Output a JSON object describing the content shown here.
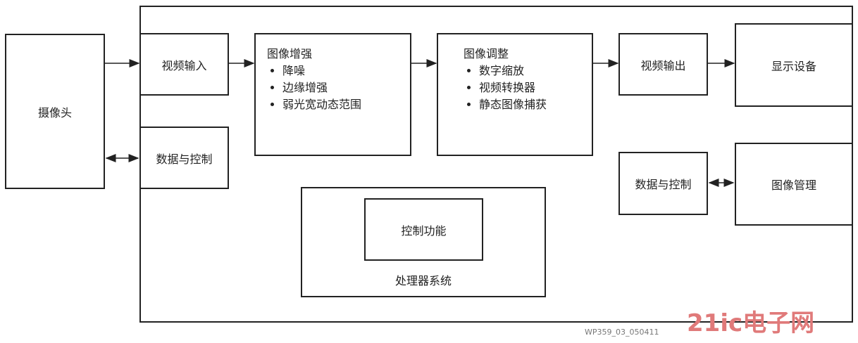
{
  "camera": "摄像头",
  "video_input": "视频输入",
  "data_control_left": "数据与控制",
  "image_enhance": {
    "title": "图像增强",
    "items": [
      "降噪",
      "边缘增强",
      "弱光宽动态范围"
    ]
  },
  "image_adjust": {
    "title": "图像调整",
    "items": [
      "数字缩放",
      "视频转换器",
      "静态图像捕获"
    ]
  },
  "video_output": "视频输出",
  "display_device": "显示设备",
  "data_control_right": "数据与控制",
  "image_management": "图像管理",
  "control_function": "控制功能",
  "processor_system": "处理器系统",
  "figure_id": "WP359_03_050411",
  "logo": "21ic电子网"
}
